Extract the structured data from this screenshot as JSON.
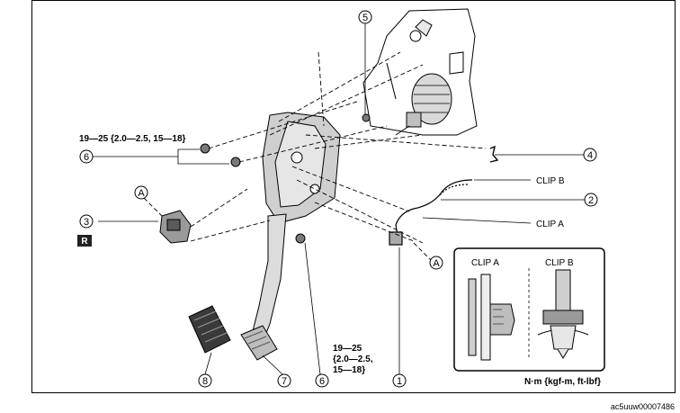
{
  "torque_top": "19—25 {2.0—2.5, 15—18}",
  "torque_bottom": [
    "19—25",
    "{2.0—2.5,",
    "15—18}"
  ],
  "callouts": {
    "c1": "1",
    "c2": "2",
    "c3": "3",
    "c4": "4",
    "c5": "5",
    "c6a": "6",
    "c6b": "6",
    "c7": "7",
    "c8": "8",
    "ca1": "A",
    "ca2": "A"
  },
  "clip_b": "CLIP B",
  "clip_a": "CLIP A",
  "r_marker": "R",
  "inset": {
    "clip_a_title": "CLIP A",
    "clip_b_title": "CLIP B",
    "unit_note": "N·m {kgf-m, ft-lbf}"
  },
  "image_code": "ac5uuw00007486"
}
